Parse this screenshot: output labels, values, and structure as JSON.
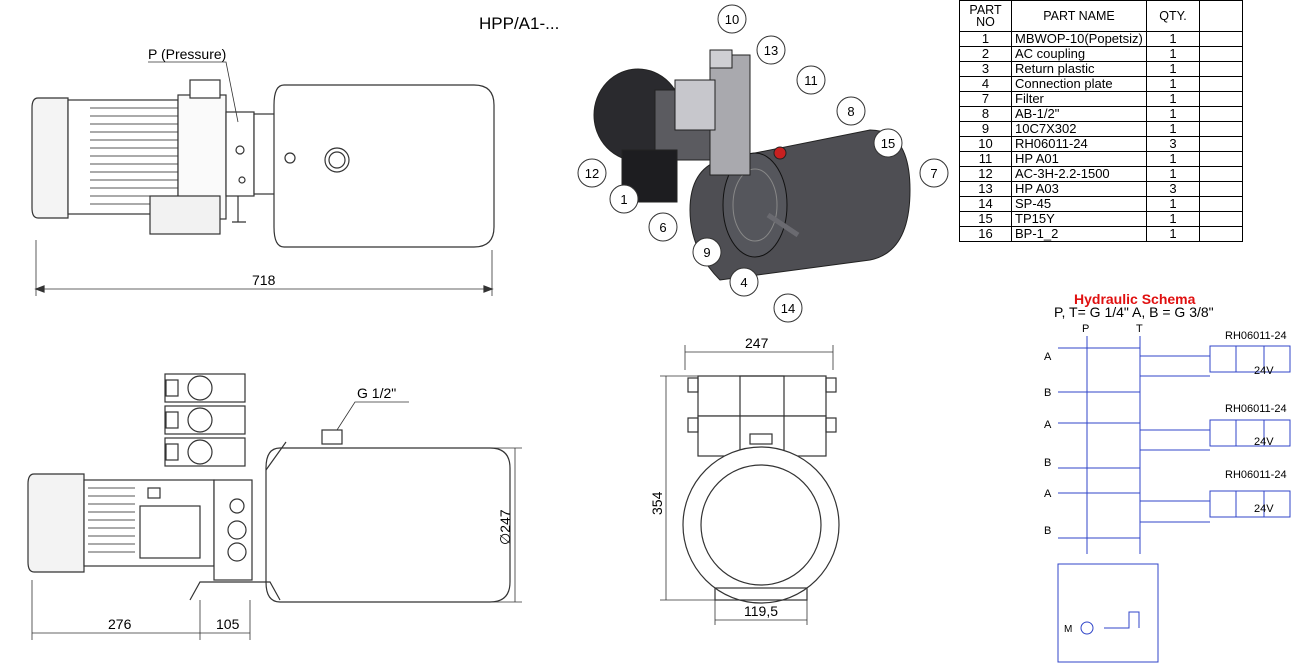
{
  "title": "HPP/A1-...",
  "parts_table": {
    "headers": {
      "no": "PART NO",
      "name": "PART NAME",
      "qty": "QTY."
    },
    "rows": [
      {
        "no": "1",
        "name": "MBWOP-10(Popetsiz)",
        "qty": "1"
      },
      {
        "no": "2",
        "name": "AC coupling",
        "qty": "1"
      },
      {
        "no": "3",
        "name": "Return plastic",
        "qty": "1"
      },
      {
        "no": "4",
        "name": "Connection plate",
        "qty": "1"
      },
      {
        "no": "7",
        "name": "Filter",
        "qty": "1"
      },
      {
        "no": "8",
        "name": "AB-1/2\"",
        "qty": "1"
      },
      {
        "no": "9",
        "name": "10C7X302",
        "qty": "1"
      },
      {
        "no": "10",
        "name": "RH06011-24",
        "qty": "3"
      },
      {
        "no": "11",
        "name": "HP A01",
        "qty": "1"
      },
      {
        "no": "12",
        "name": "AC-3H-2.2-1500",
        "qty": "1"
      },
      {
        "no": "13",
        "name": "HP A03",
        "qty": "3"
      },
      {
        "no": "14",
        "name": "SP-45",
        "qty": "1"
      },
      {
        "no": "15",
        "name": "TP15Y",
        "qty": "1"
      },
      {
        "no": "16",
        "name": "BP-1_2",
        "qty": "1"
      }
    ]
  },
  "front_view": {
    "pressure_label": "P (Pressure)",
    "length_dim": "718"
  },
  "balloons": [
    "10",
    "13",
    "11",
    "8",
    "15",
    "12",
    "7",
    "1",
    "6",
    "9",
    "4",
    "14"
  ],
  "side_view": {
    "fill_label": "G 1/2\"",
    "dim_276": "276",
    "dim_105": "105",
    "diameter": "∅247"
  },
  "end_view": {
    "width_dim": "247",
    "height_dim": "354",
    "base_dim": "119,5"
  },
  "schema": {
    "title": "Hydraulic Schema",
    "subtitle": "P, T= G 1/4\" A, B = G 3/8\"",
    "port_p": "P",
    "port_t": "T",
    "valve_label": "RH06011-24",
    "voltage": "24V",
    "port_a": "A",
    "port_b": "B",
    "motor": "M"
  },
  "colors": {
    "schema_lines": "#3045c8",
    "schema_title": "#e01010",
    "tank_3d": "#3b3b40"
  }
}
